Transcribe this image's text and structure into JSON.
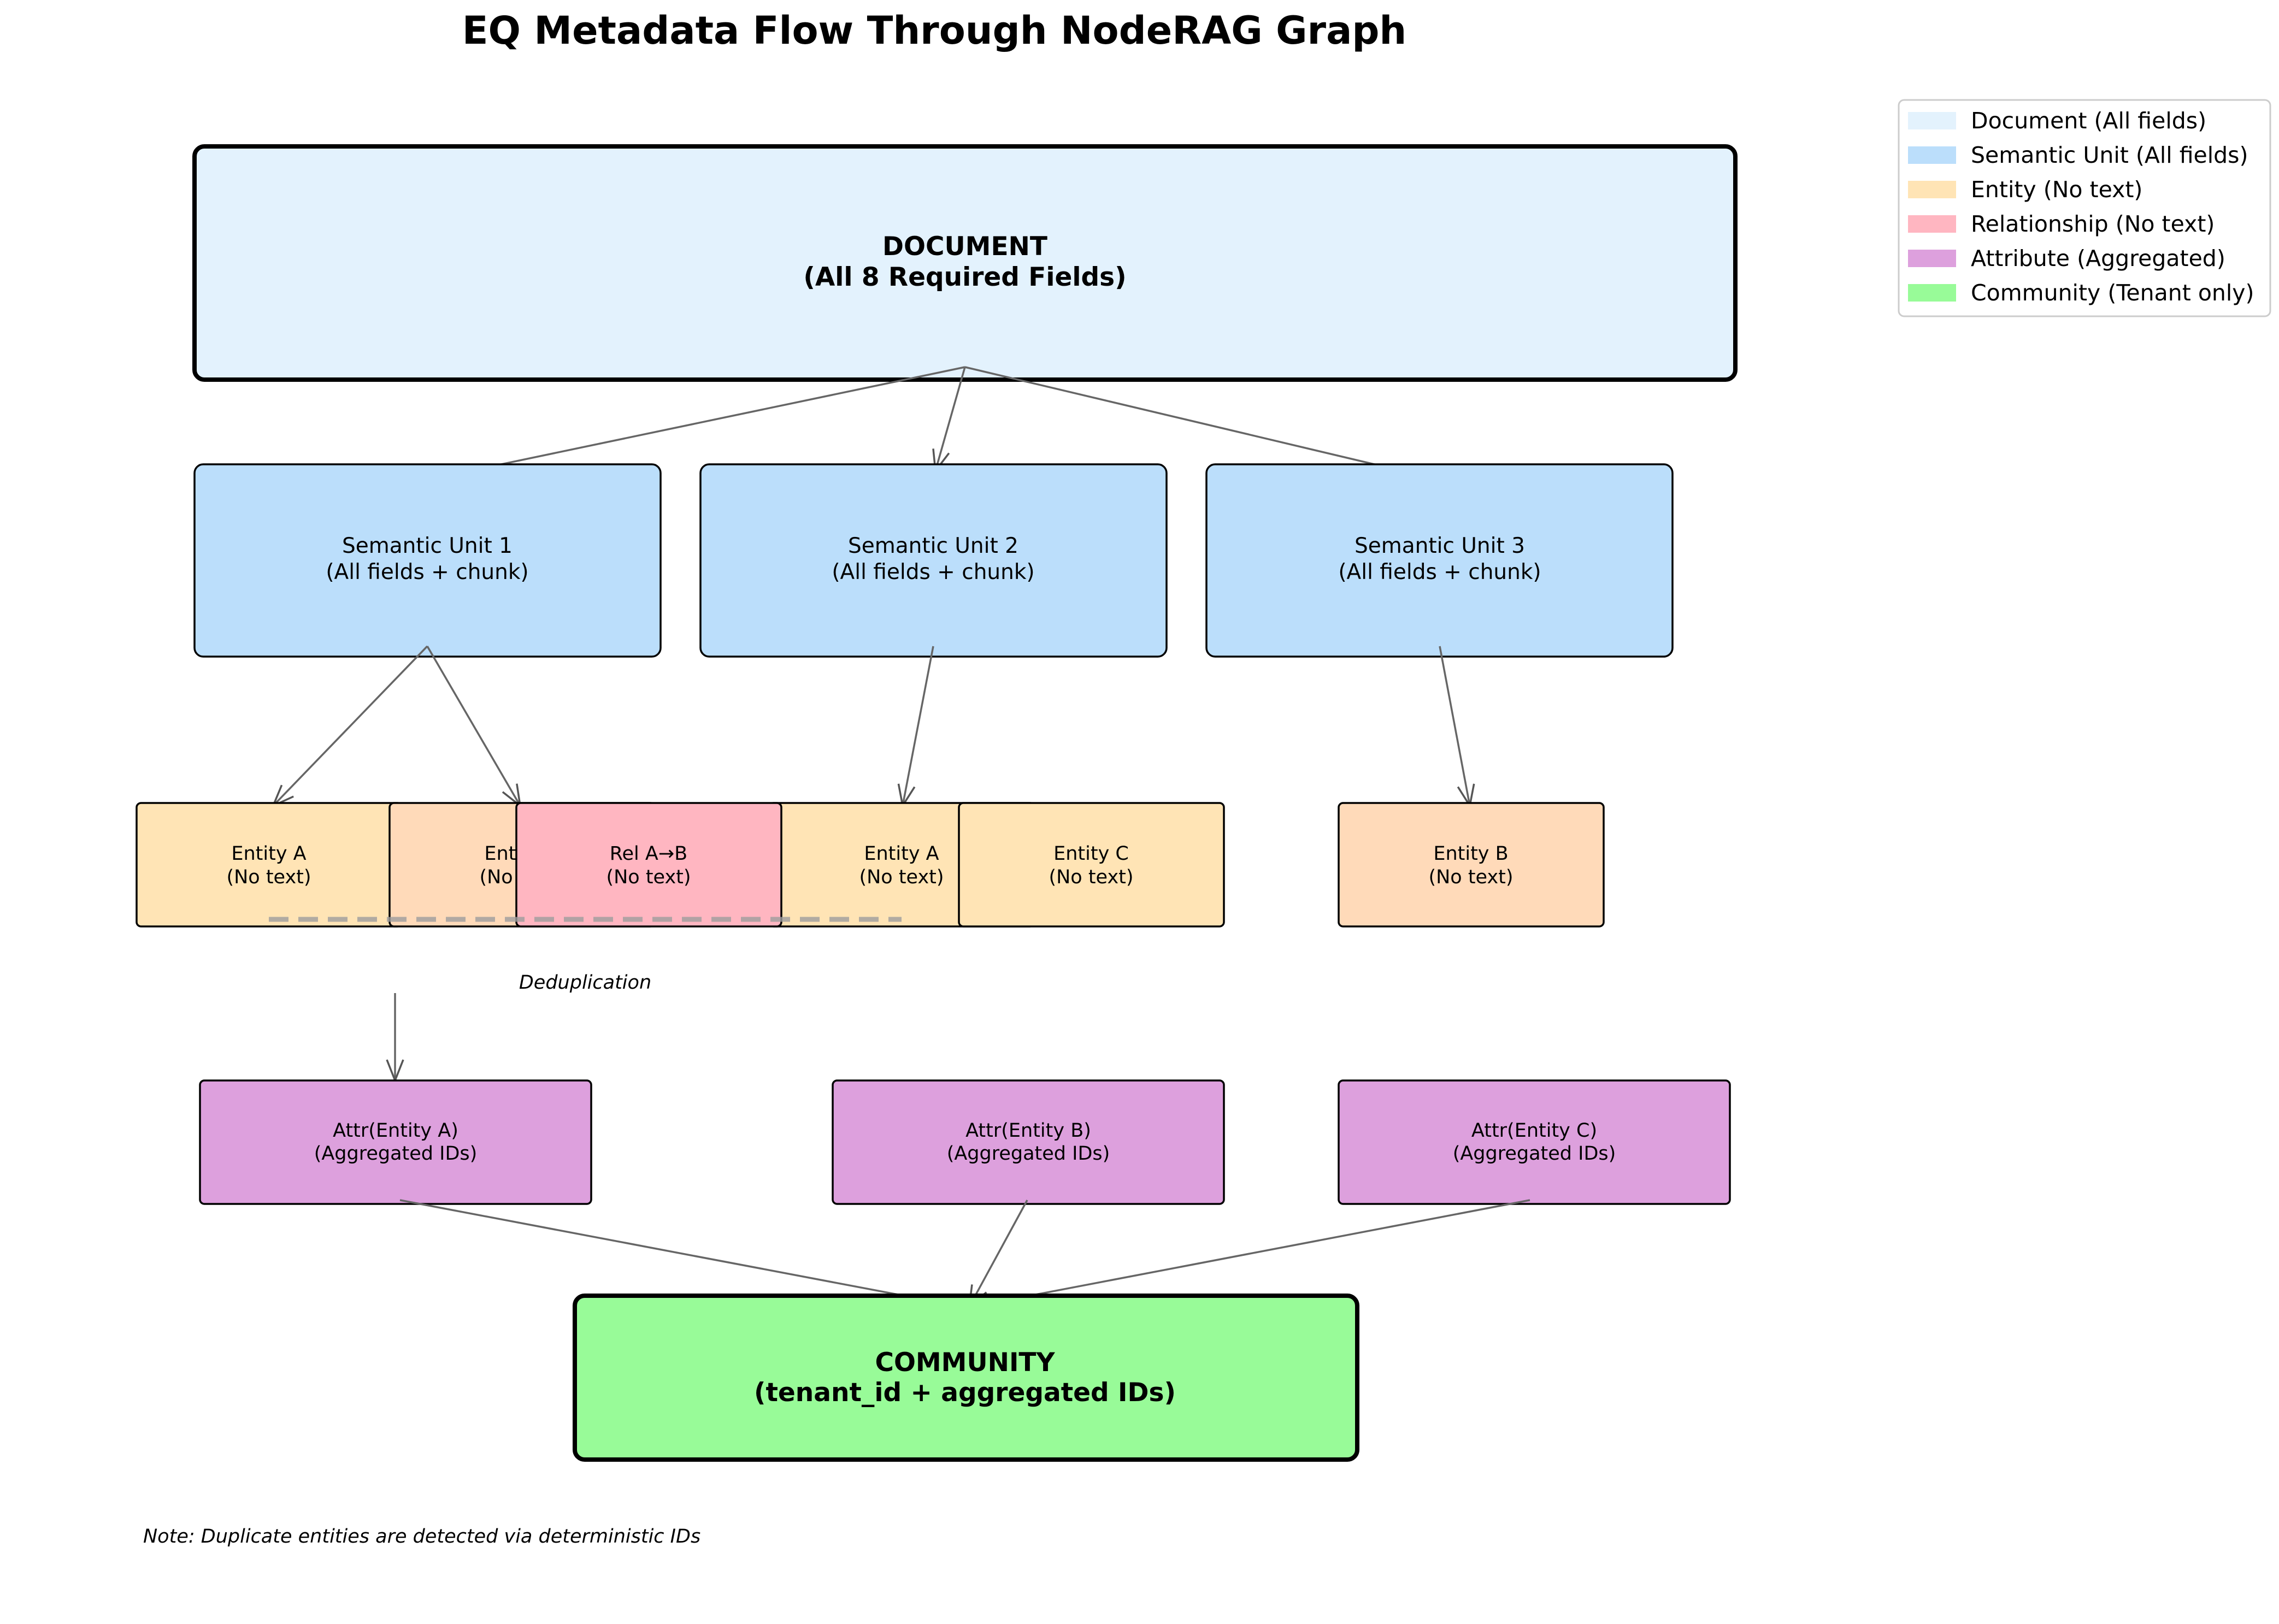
{
  "title": "EQ Metadata Flow Through NodeRAG Graph",
  "colors": {
    "document": "#e3f2fd",
    "semantic_unit": "#bbdefb",
    "entity": "#ffe4b5",
    "entity_b": "#ffdab9",
    "relationship": "#ffb6c1",
    "attribute": "#dda0dd",
    "community": "#98fb98",
    "arrow": "#666666",
    "dedup_line": "#9e9e9e"
  },
  "document": {
    "line1": "DOCUMENT",
    "line2": "(All 8 Required Fields)"
  },
  "semantic_units": [
    {
      "line1": "Semantic Unit 1",
      "line2": "(All fields + chunk)"
    },
    {
      "line1": "Semantic Unit 2",
      "line2": "(All fields + chunk)"
    },
    {
      "line1": "Semantic Unit 3",
      "line2": "(All fields + chunk)"
    }
  ],
  "entities": [
    {
      "line1": "Entity A",
      "line2": "(No text)",
      "kind": "entity"
    },
    {
      "line1": "Entity B",
      "line2": "(No text)",
      "kind": "entity_b"
    },
    {
      "line1": "Rel A→B",
      "line2": "(No text)",
      "kind": "relationship"
    },
    {
      "line1": "Entity A",
      "line2": "(No text)",
      "kind": "entity"
    },
    {
      "line1": "Entity C",
      "line2": "(No text)",
      "kind": "entity"
    },
    {
      "line1": "Entity B",
      "line2": "(No text)",
      "kind": "entity_b"
    }
  ],
  "dedup_label": "Deduplication",
  "attributes": [
    {
      "line1": "Attr(Entity A)",
      "line2": "(Aggregated IDs)"
    },
    {
      "line1": "Attr(Entity B)",
      "line2": "(Aggregated IDs)"
    },
    {
      "line1": "Attr(Entity C)",
      "line2": "(Aggregated IDs)"
    }
  ],
  "community": {
    "line1": "COMMUNITY",
    "line2": "(tenant_id + aggregated IDs)"
  },
  "note": "Note: Duplicate entities are detected via deterministic IDs",
  "legend": [
    {
      "label": "Document (All fields)",
      "color": "#e3f2fd"
    },
    {
      "label": "Semantic Unit (All fields)",
      "color": "#bbdefb"
    },
    {
      "label": "Entity (No text)",
      "color": "#ffe4b5"
    },
    {
      "label": "Relationship (No text)",
      "color": "#ffb6c1"
    },
    {
      "label": "Attribute (Aggregated)",
      "color": "#dda0dd"
    },
    {
      "label": "Community (Tenant only)",
      "color": "#98fb98"
    }
  ]
}
